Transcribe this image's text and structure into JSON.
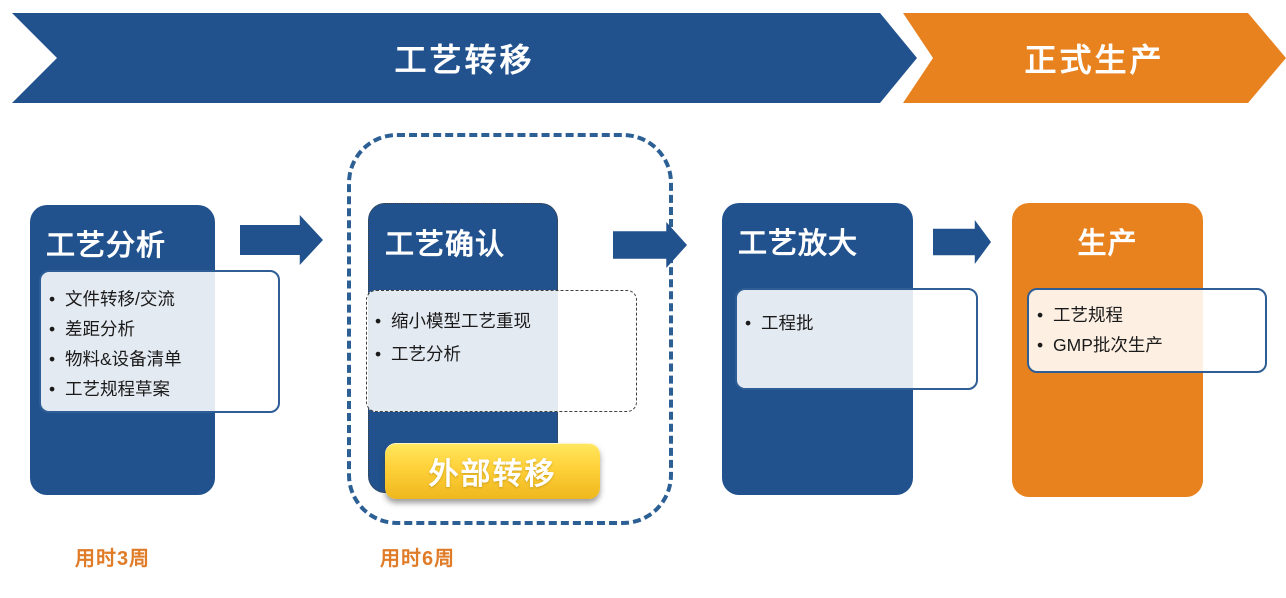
{
  "banner": {
    "process_transfer": "工艺转移",
    "formal_production": "正式生产"
  },
  "stages": [
    {
      "title": "工艺分析",
      "items": [
        "文件转移/交流",
        "差距分析",
        "物料&设备清单",
        "工艺规程草案"
      ]
    },
    {
      "title": "工艺确认",
      "items": [
        "缩小模型工艺重现",
        "工艺分析"
      ],
      "badge": "外部转移"
    },
    {
      "title": "工艺放大",
      "items": [
        "工程批"
      ]
    },
    {
      "title": "生产",
      "items": [
        "工艺规程",
        "GMP批次生产"
      ]
    }
  ],
  "durations": {
    "stage1": "用时3周",
    "stage2": "用时6周"
  },
  "colors": {
    "primary_blue": "#21528E",
    "accent_orange": "#E8821F",
    "badge_gold_top": "#FFE860",
    "badge_gold_bottom": "#EFB71E",
    "duration_text": "#E07C28"
  }
}
